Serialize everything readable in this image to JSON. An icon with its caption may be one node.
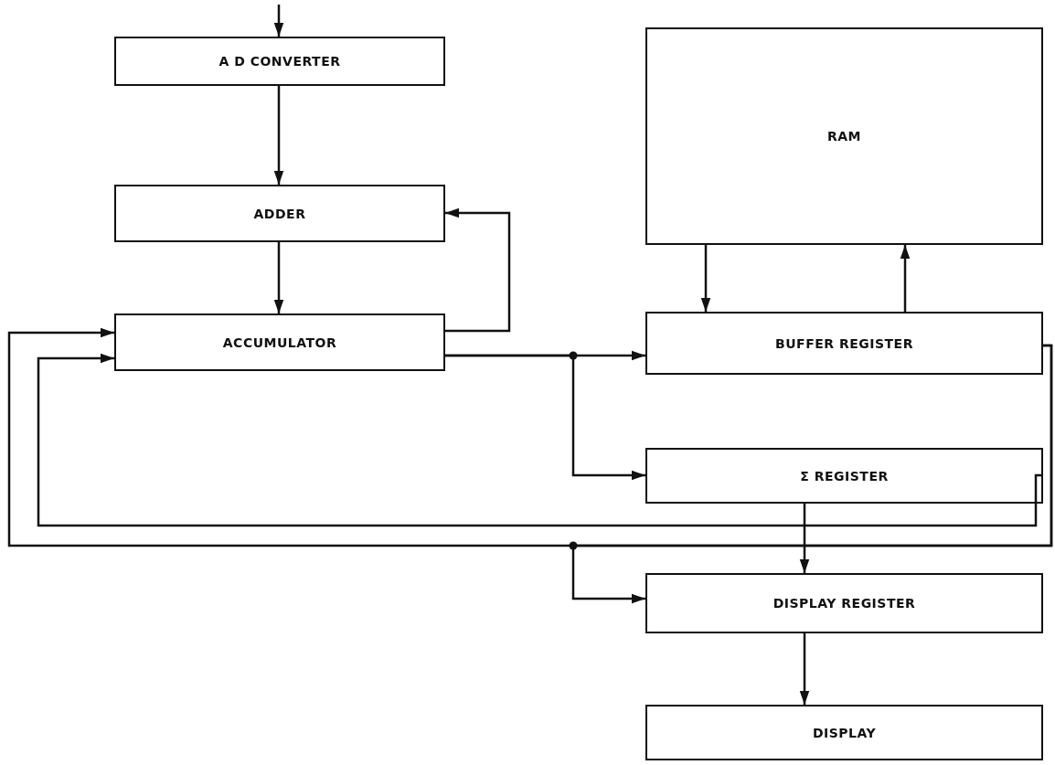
{
  "diagram": {
    "nodes": [
      {
        "text": [
          "A D CONVERTER"
        ]
      },
      {
        "text": [
          "ADDER"
        ]
      },
      {
        "text": [
          "ACCUMULATOR"
        ]
      },
      {
        "text": [
          "RAM"
        ]
      },
      {
        "text": [
          "BUFFER REGISTER"
        ]
      },
      {
        "text": [
          "Σ REGISTER"
        ]
      },
      {
        "text": [
          "DISPLAY REGISTER"
        ]
      },
      {
        "text": [
          "DISPLAY"
        ]
      }
    ],
    "edges": [
      {
        "from": null,
        "to": 0,
        "arrow": "to"
      },
      {
        "from": 0,
        "to": 1,
        "arrow": "to"
      },
      {
        "from": 1,
        "to": 2,
        "arrow": "to"
      },
      {
        "from": 2,
        "to": 1,
        "arrow": "to"
      },
      {
        "from": 2,
        "to": 4,
        "arrow": "to"
      },
      {
        "from": 2,
        "to": 5,
        "arrow": "to"
      },
      {
        "from": 3,
        "to": 4,
        "arrow": "to"
      },
      {
        "from": 4,
        "to": 3,
        "arrow": "to"
      },
      {
        "from": 4,
        "to": 2,
        "arrow": "to"
      },
      {
        "from": 4,
        "to": 6,
        "arrow": "to"
      },
      {
        "from": 5,
        "to": 2,
        "arrow": "to"
      },
      {
        "from": 5,
        "to": 6,
        "arrow": "to"
      },
      {
        "from": 6,
        "to": 7,
        "arrow": "to"
      }
    ]
  }
}
